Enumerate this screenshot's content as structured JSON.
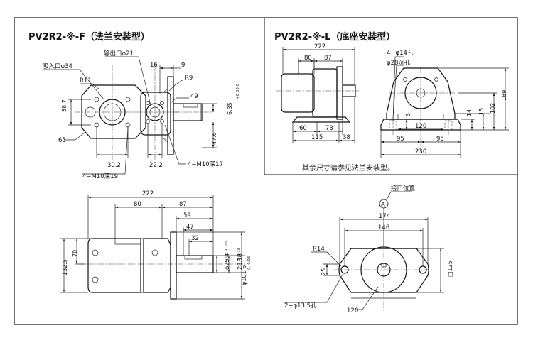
{
  "titles": {
    "flange": "PV2R2-※-F（法兰安装型）",
    "foot": "PV2R2-※-L（底座安装型）"
  },
  "note": "其余尺寸请参见法兰安装型。",
  "flange_view": {
    "inlet": "吸入口φ34",
    "outlet": "输出口φ21",
    "dims": {
      "r11": "R11",
      "d16": "16",
      "d9": "9",
      "r9": "R9",
      "d49": "49",
      "d587": "58.7",
      "d65": "65",
      "d302": "30.2",
      "d222": "22.2",
      "d476": "47.6",
      "d635": "6.35",
      "tol635": "+0.03 0",
      "bolt_side": "4−M10深17",
      "bolt_bottom": "4−M10深19"
    }
  },
  "foot_view": {
    "dims": {
      "d222": "222",
      "d80": "80",
      "d87": "87",
      "d60": "60",
      "d73": "73",
      "d115": "115",
      "d38": "38",
      "d3": "3",
      "d120": "120",
      "d95a": "95",
      "d95b": "95",
      "d230": "230",
      "d14": "14",
      "d15": "15",
      "d102": "102",
      "d189": "189",
      "hole14": "4−φ14孔",
      "cbore28": "φ28沉孔"
    }
  },
  "side_view": {
    "dims": {
      "d222": "222",
      "d80": "80",
      "d87": "87",
      "d59": "59",
      "d47": "47",
      "d32": "32",
      "d70": "70",
      "d1325": "132.5",
      "d254": "φ25.4",
      "tol254": "-0.05 -0.06",
      "d2818": "28.18",
      "tol2818": "0 -0.18",
      "d1016": "φ101.6",
      "tol1016": "0 -0.05"
    }
  },
  "mount_view": {
    "port_label": "接口位置",
    "port_letter": "A",
    "dims": {
      "d174": "174",
      "d146": "146",
      "r14": "R14",
      "d25": "25",
      "d125": "□125",
      "d120": "120",
      "hole135": "2−φ13.5孔"
    }
  }
}
